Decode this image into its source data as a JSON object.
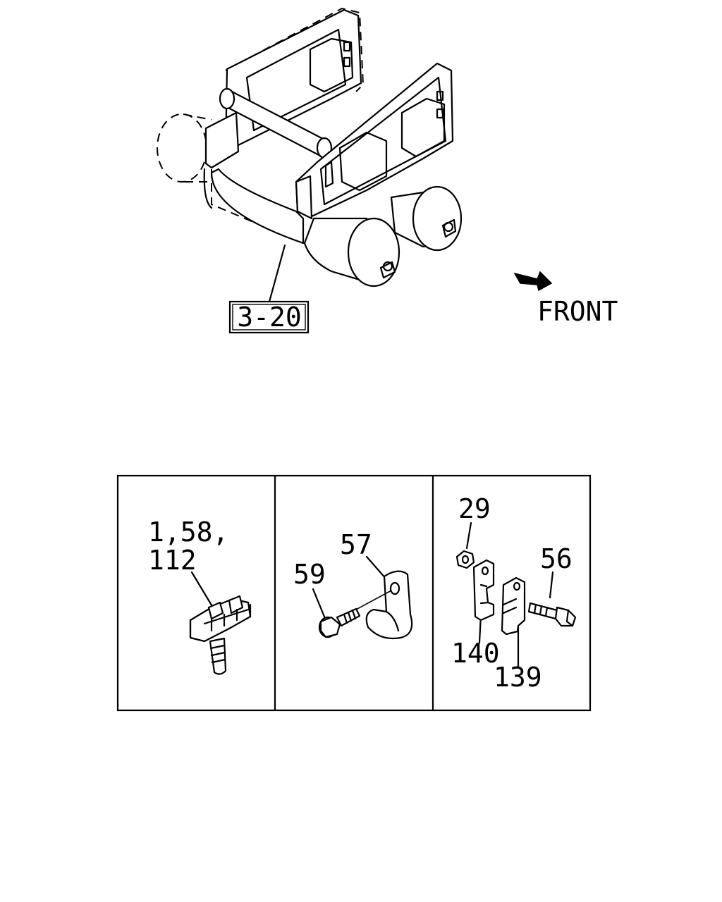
{
  "assembly_ref": "3-20",
  "direction_label": "FRONT",
  "callouts": {
    "panel1": {
      "line1": "1,58,",
      "line2": "112"
    },
    "panel2": {
      "bolt": "59",
      "clip": "57"
    },
    "panel3": {
      "nut": "29",
      "bolt": "56",
      "bracket_a": "140",
      "bracket_b": "139"
    }
  },
  "colors": {
    "ink": "#000000",
    "paper": "#ffffff"
  }
}
